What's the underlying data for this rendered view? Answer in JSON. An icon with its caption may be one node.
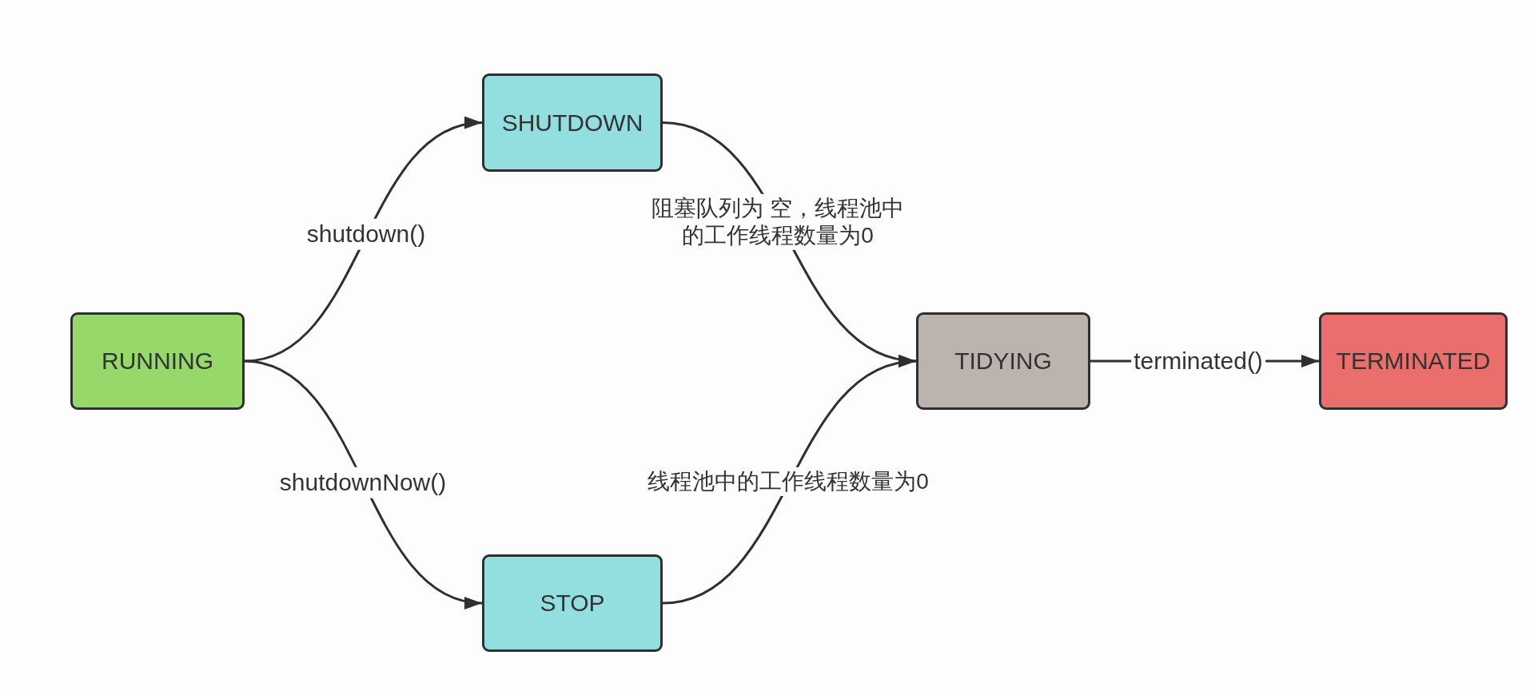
{
  "diagram": {
    "nodes": [
      {
        "text": [
          "RUNNING"
        ]
      },
      {
        "text": [
          "SHUTDOWN"
        ]
      },
      {
        "text": [
          "STOP"
        ]
      },
      {
        "text": [
          "TIDYING"
        ]
      },
      {
        "text": [
          "TERMINATED"
        ]
      }
    ],
    "edges": [
      {
        "from": 0,
        "to": 1,
        "arrow": "to",
        "label": "shutdown()"
      },
      {
        "from": 0,
        "to": 2,
        "arrow": "to",
        "label": "shutdownNow()"
      },
      {
        "from": 1,
        "to": 3,
        "arrow": "to",
        "label": "阻塞队列为 空，线程池中的工作线程数量为0"
      },
      {
        "from": 2,
        "to": 3,
        "arrow": "to",
        "label": "线程池中的工作线程数量为0"
      },
      {
        "from": 3,
        "to": 4,
        "arrow": "to",
        "label": "terminated()"
      }
    ]
  }
}
